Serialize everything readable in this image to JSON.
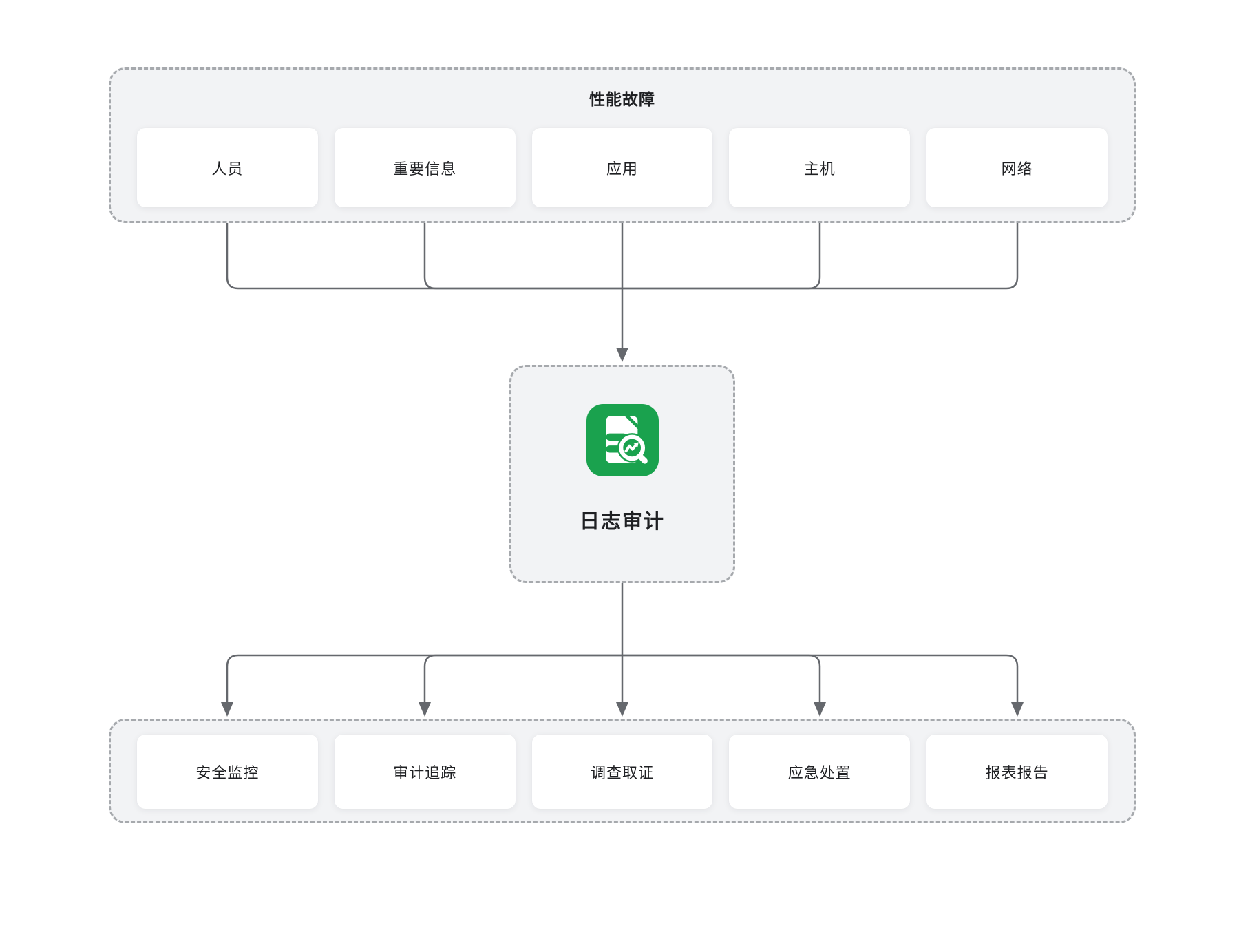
{
  "colors": {
    "canvas_bg": "#ffffff",
    "group_bg": "#f2f3f5",
    "group_border": "#a6a9ad",
    "card_bg": "#ffffff",
    "text": "#1f2023",
    "line": "#65686d",
    "green": "#1aa24e"
  },
  "top_group": {
    "title": "性能故障",
    "items": [
      "人员",
      "重要信息",
      "应用",
      "主机",
      "网络"
    ]
  },
  "center_node": {
    "label": "日志审计",
    "icon": "log-audit-document-magnifier-icon"
  },
  "bottom_group": {
    "items": [
      "安全监控",
      "审计追踪",
      "调查取证",
      "应急处置",
      "报表报告"
    ]
  }
}
